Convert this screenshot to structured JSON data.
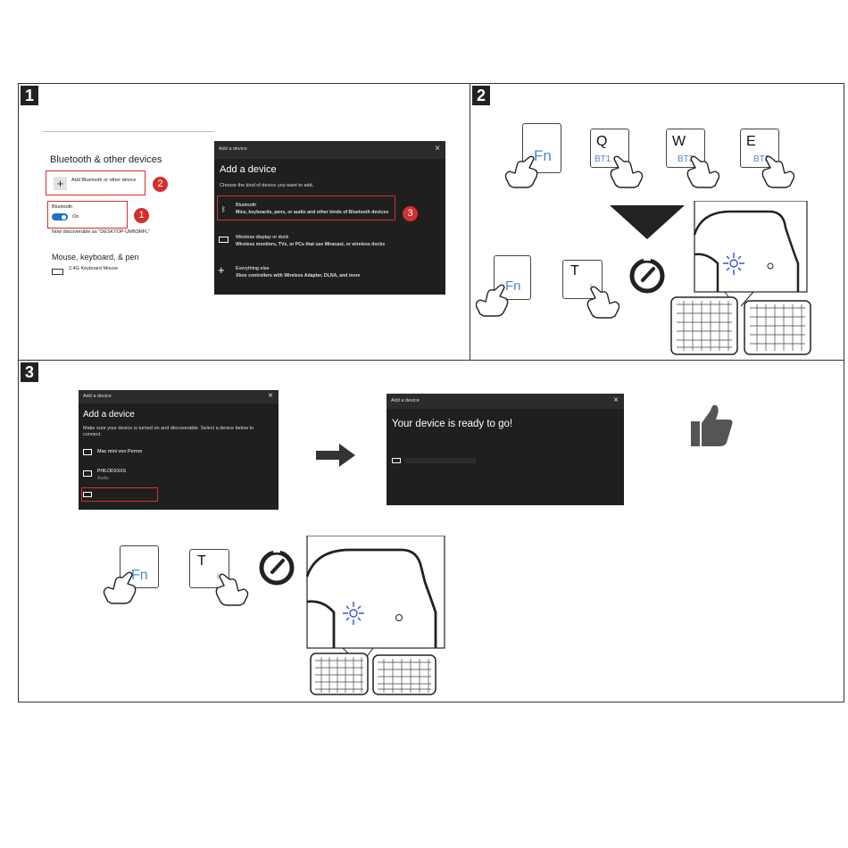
{
  "panels": [
    {
      "number": "1"
    },
    {
      "number": "2"
    },
    {
      "number": "3"
    }
  ],
  "step1": {
    "settings": {
      "title": "Bluetooth & other devices",
      "add_label": "Add Bluetooth or other device",
      "bt_label": "Bluetooth",
      "toggle_state": "On",
      "discoverable": "Now discoverable as \"DESKTOP-UMN3RFL\"",
      "section2": "Mouse, keyboard, & pen",
      "device_name": "2.4G Keyboard Mouse",
      "device_icon": "keyboard-icon"
    },
    "dialog": {
      "titlebar": "Add a device",
      "heading": "Add a device",
      "prompt": "Choose the kind of device you want to add.",
      "options": [
        {
          "icon": "bluetooth-icon",
          "title": "Bluetooth",
          "desc": "Mice, keyboards, pens, or audio and other kinds of Bluetooth devices"
        },
        {
          "icon": "monitor-icon",
          "title": "Wireless display or dock",
          "desc": "Wireless monitors, TVs, or PCs that use Miracast, or wireless docks"
        },
        {
          "icon": "plus-icon",
          "title": "Everything else",
          "desc": "Xbox controllers with Wireless Adapter, DLNA, and more"
        }
      ]
    },
    "callouts": [
      "1",
      "2",
      "3"
    ]
  },
  "step2": {
    "fn_label": "Fn",
    "keys": [
      {
        "main": "Q",
        "sub": "BT1"
      },
      {
        "main": "W",
        "sub": "BT2"
      },
      {
        "main": "E",
        "sub": "BT3"
      }
    ],
    "t_key": "T"
  },
  "step3": {
    "dialog1": {
      "titlebar": "Add a device",
      "heading": "Add a device",
      "prompt": "Make sure your device is turned on and discoverable. Select a device below to connect.",
      "devices": [
        {
          "name": "Mac mini von Perrox",
          "sub": ""
        },
        {
          "name": "PHILODXXXS",
          "sub": "Audio"
        }
      ]
    },
    "dialog2": {
      "titlebar": "Add a device",
      "message": "Your device is ready to go!"
    },
    "fn_label": "Fn",
    "t_key": "T"
  },
  "colors": {
    "accent_red": "#d32f2f",
    "key_blue": "#4a8bd0",
    "toggle_blue": "#1f6fc4",
    "dialog_bg": "#1f1f1f"
  }
}
